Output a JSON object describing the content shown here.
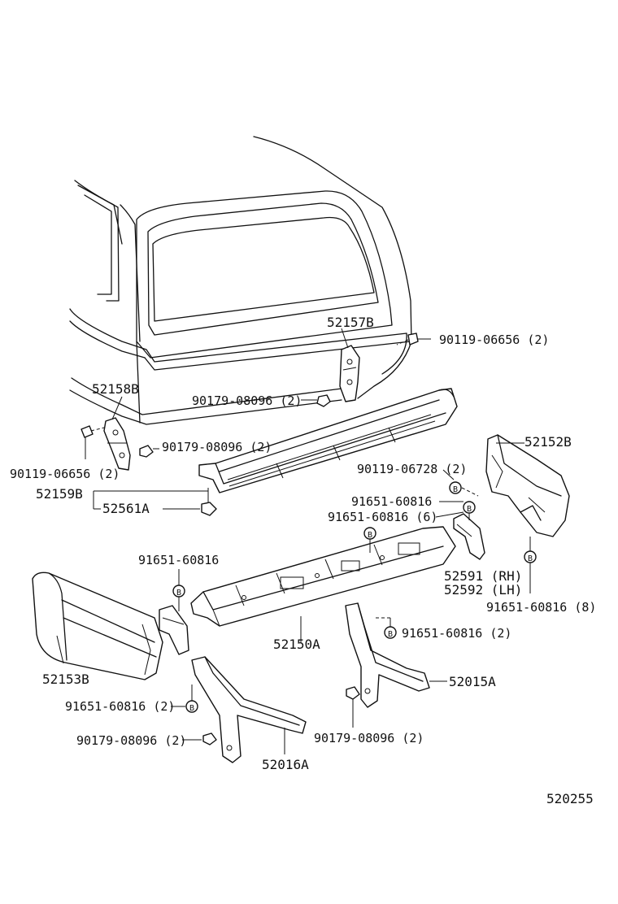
{
  "callouts": {
    "p52157B": "52157B",
    "p90119_06656_top": "90119-06656 (2)",
    "p52158B": "52158B",
    "p90179_08096_a": "90179-08096 (2)",
    "p90179_08096_b": "90179-08096 (2)",
    "p90119_06656_left": "90119-06656 (2)",
    "p52152B": "52152B",
    "p90119_06728": "90119-06728 (2)",
    "p52159B": "52159B",
    "p52561A": "52561A",
    "p91651_60816_single": "91651-60816",
    "p91651_60816_6": "91651-60816 (6)",
    "p91651_60816_left": "91651-60816",
    "p52591": "52591 (RH)",
    "p52592": "52592 (LH)",
    "p91651_60816_8": "91651-60816 (8)",
    "p91651_60816_2_right": "91651-60816 (2)",
    "p52153B": "52153B",
    "p52150A": "52150A",
    "p52015A": "52015A",
    "p91651_60816_2_left": "91651-60816 (2)",
    "p90179_08096_c": "90179-08096 (2)",
    "p90179_08096_d": "90179-08096 (2)",
    "p52016A": "52016A"
  },
  "marker": "B",
  "diagram_id": "520255"
}
